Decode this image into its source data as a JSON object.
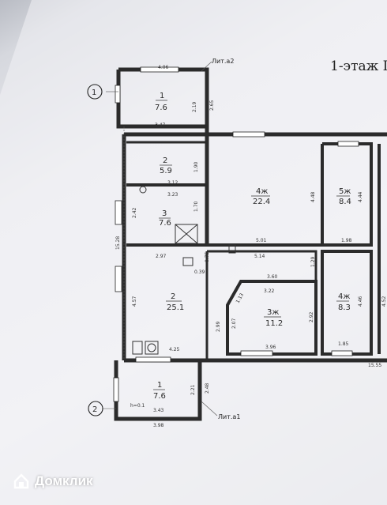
{
  "title": "1-этаж",
  "title_suffix": "I",
  "markers": [
    "1",
    "2"
  ],
  "litera": [
    "Лит.а2",
    "Лит.а1"
  ],
  "rooms": [
    {
      "num": "1",
      "area": "7.6"
    },
    {
      "num": "2",
      "area": "5.9"
    },
    {
      "num": "3",
      "area": "7.6"
    },
    {
      "num": "4ж",
      "area": "22.4"
    },
    {
      "num": "5ж",
      "area": "8.4"
    },
    {
      "num": "2",
      "area": "25.1"
    },
    {
      "num": "3ж",
      "area": "11.2"
    },
    {
      "num": "4ж",
      "area": "8.3"
    },
    {
      "num": "1",
      "area": "7.6"
    }
  ],
  "dims": {
    "d406": "4.06",
    "d219": "2.19",
    "d265": "2.65",
    "d347": "3.47",
    "d190": "1.90",
    "d312": "3.12",
    "d323": "3.23",
    "d170": "1.70",
    "d242": "2.42",
    "d448": "4.48",
    "d444": "4.44",
    "d501": "5.01",
    "d198": "1.98",
    "d1528": "15.28",
    "d297": "2.97",
    "d075": "0.75",
    "d514": "5.14",
    "d039": "0.39",
    "d129": "1.29",
    "d360": "3.60",
    "d322": "3.22",
    "d457": "4.57",
    "d113": "1.13",
    "d207": "2.07",
    "d292": "2.92",
    "d446": "4.46",
    "d452": "4.52",
    "d299": "2.99",
    "d396": "3.96",
    "d185": "1.85",
    "d425": "4.25",
    "d1555": "15.55",
    "d221": "2.21",
    "d248": "2.48",
    "d343": "3.43",
    "d398": "3.98",
    "hnote": "h=0.1"
  },
  "watermark": "Домклик"
}
